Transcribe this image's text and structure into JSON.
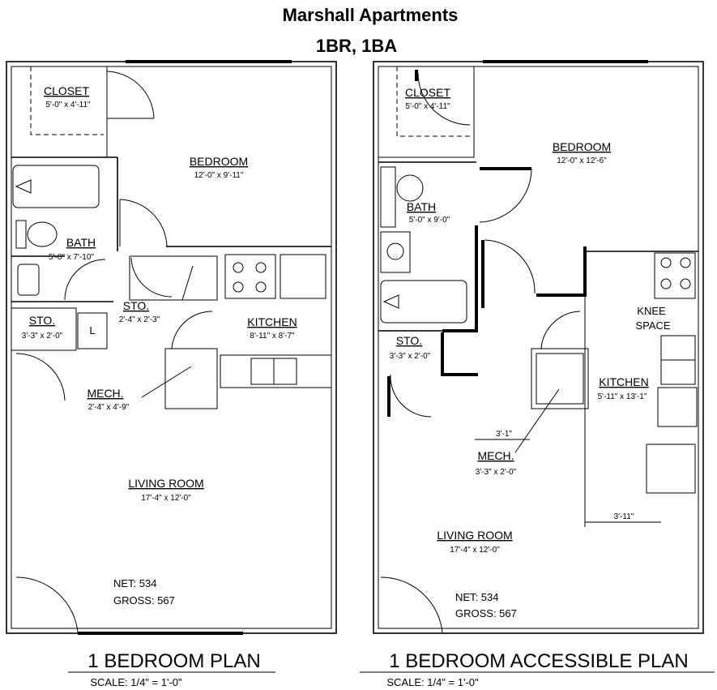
{
  "header": {
    "title": "Marshall Apartments",
    "subtitle": "1BR, 1BA"
  },
  "plan_left": {
    "name": "1 BEDROOM PLAN",
    "scale": "SCALE:  1/4\" = 1'-0\"",
    "rooms": {
      "closet": {
        "label": "CLOSET",
        "dim": "5'-0\" x 4'-11\""
      },
      "bedroom": {
        "label": "BEDROOM",
        "dim": "12'-0\" x 9'-11\""
      },
      "bath": {
        "label": "BATH",
        "dim": "5'-0\" x 7'-10\""
      },
      "sto_small": {
        "label": "STO.",
        "dim": "2'-4\" x 2'-3\""
      },
      "kitchen": {
        "label": "KITCHEN",
        "dim": "8'-11\" x 8'-7\""
      },
      "sto": {
        "label": "STO.",
        "dim": "3'-3\" x 2'-0\""
      },
      "mech": {
        "label": "MECH.",
        "dim": "2'-4\" x 4'-9\""
      },
      "living": {
        "label": "LIVING ROOM",
        "dim": "17'-4\" x 12'-0\""
      }
    },
    "laundry_mark": "L",
    "net": "NET: 534",
    "gross": "GROSS: 567"
  },
  "plan_right": {
    "name": "1 BEDROOM ACCESSIBLE PLAN",
    "scale": "SCALE:  1/4\" = 1'-0\"",
    "rooms": {
      "closet": {
        "label": "CLOSET",
        "dim": "5'-0\" x 4'-11\""
      },
      "bedroom": {
        "label": "BEDROOM",
        "dim": "12'-0\" x 12'-6\""
      },
      "bath": {
        "label": "BATH",
        "dim": "5'-0\" x 9'-0\""
      },
      "sto": {
        "label": "STO.",
        "dim": "3'-3\" x 2'-0\""
      },
      "kitchen": {
        "label": "KITCHEN",
        "dim": "5'-11\" x 13'-1\""
      },
      "mech": {
        "label": "MECH.",
        "dim": "3'-3\" x 2'-0\""
      },
      "living": {
        "label": "LIVING ROOM",
        "dim": "17'-4\" x 12'-0\""
      }
    },
    "knee_space_1": "KNEE",
    "knee_space_2": "SPACE",
    "dim_a": "3'-1\"",
    "dim_b": "3'-11\"",
    "net": "NET: 534",
    "gross": "GROSS: 567"
  }
}
